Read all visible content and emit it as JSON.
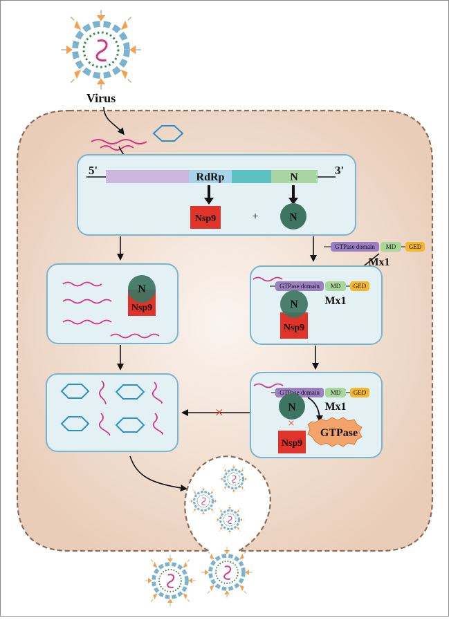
{
  "labels": {
    "virus": "Virus",
    "five_prime": "5'",
    "three_prime": "3'",
    "rdrp": "RdRp",
    "n_gene": "N",
    "nsp9": "Nsp9",
    "n_protein": "N",
    "plus": "+",
    "gtpase_domain": "GTPase domain",
    "md": "MD",
    "ged": "GED",
    "mx1": "Mx1",
    "gtpase": "GTPase",
    "inhibit_mark": "×"
  },
  "colors": {
    "cell_fill": "#efd9c8",
    "cell_border": "#8c6b55",
    "box_fill": "#e3f1f4",
    "box_border": "#7ab3cf",
    "rna": "#d63384",
    "hexagon": "#2a8fc4",
    "nsp9": "#e0332a",
    "n_protein": "#3d7562",
    "genome_purple": "#cdb8dd",
    "genome_blue": "#a8d5ea",
    "genome_teal": "#5cc0c0",
    "genome_green": "#a8d5a2",
    "gtpase_domain": "#9b7fc1",
    "md": "#a9d79a",
    "ged": "#f4b72c",
    "gtpase_burst": "#f4a36b",
    "block_cross": "#e8472f"
  },
  "icons": [
    "virus-particle-icon",
    "rna-strand-icon",
    "hexagon-capsid-icon",
    "arrow-icon",
    "block-cross-icon",
    "gtpase-burst-icon"
  ]
}
